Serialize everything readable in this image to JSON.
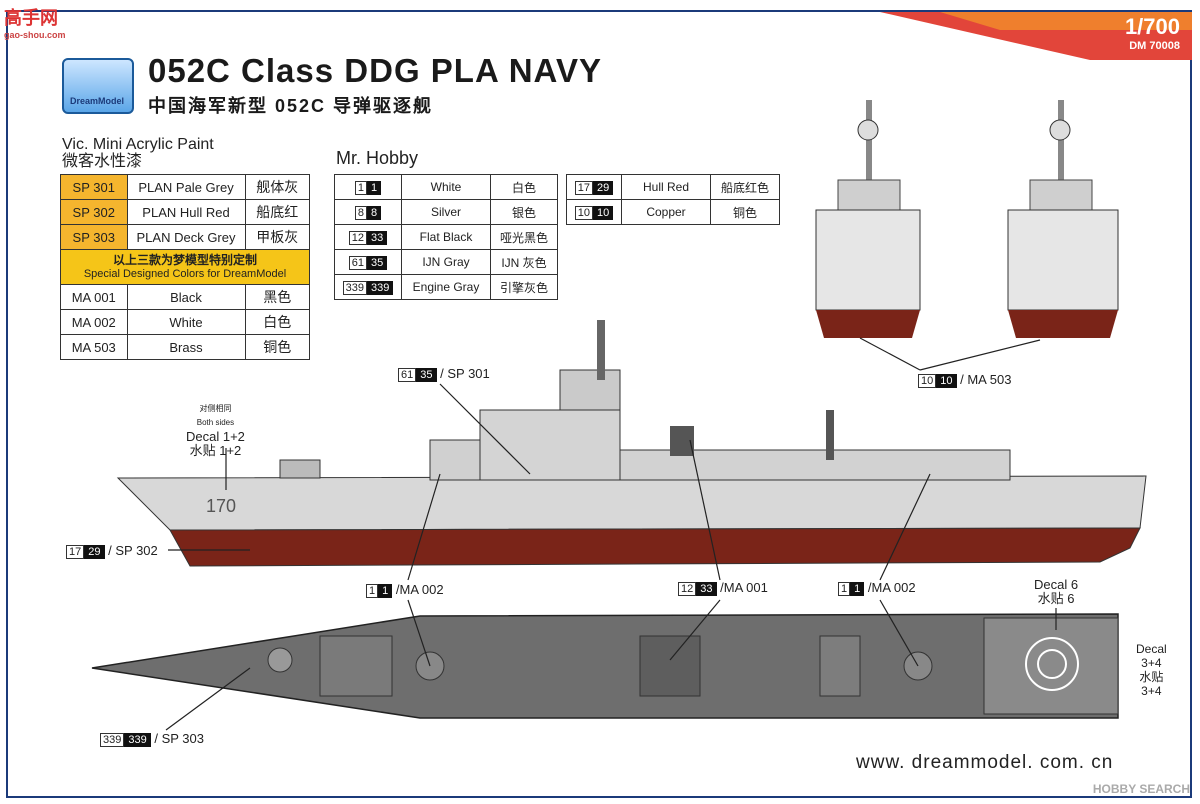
{
  "watermark": {
    "name": "高手网",
    "url": "gao-shou.com"
  },
  "scale": {
    "value": "1/700",
    "code": "DM 70008"
  },
  "brand": {
    "logo_text": "DreamModel"
  },
  "title": {
    "en": "052C Class DDG PLA NAVY",
    "cn": "中国海军新型 052C 导弹驱逐舰"
  },
  "vic": {
    "heading_en": "Vic. Mini Acrylic Paint",
    "heading_cn": "微客水性漆",
    "sp_rows": [
      {
        "code": "SP 301",
        "name": "PLAN Pale Grey",
        "cn": "舰体灰"
      },
      {
        "code": "SP 302",
        "name": "PLAN Hull Red",
        "cn": "船底红"
      },
      {
        "code": "SP 303",
        "name": "PLAN Deck Grey",
        "cn": "甲板灰"
      }
    ],
    "special_cn": "以上三款为梦模型特别定制",
    "special_en": "Special Designed Colors for DreamModel",
    "ma_rows": [
      {
        "code": "MA 001",
        "name": "Black",
        "cn": "黑色"
      },
      {
        "code": "MA 002",
        "name": "White",
        "cn": "白色"
      },
      {
        "code": "MA 503",
        "name": "Brass",
        "cn": "铜色"
      }
    ]
  },
  "mrhobby": {
    "heading": "Mr. Hobby",
    "left": [
      {
        "c1": "1",
        "c2": "1",
        "name": "White",
        "cn": "白色"
      },
      {
        "c1": "8",
        "c2": "8",
        "name": "Silver",
        "cn": "银色"
      },
      {
        "c1": "12",
        "c2": "33",
        "name": "Flat Black",
        "cn": "哑光黑色"
      },
      {
        "c1": "61",
        "c2": "35",
        "name": "IJN Gray",
        "cn": "IJN 灰色"
      },
      {
        "c1": "339",
        "c2": "339",
        "name": "Engine Gray",
        "cn": "引擎灰色"
      }
    ],
    "right": [
      {
        "c1": "17",
        "c2": "29",
        "name": "Hull Red",
        "cn": "船底红色"
      },
      {
        "c1": "10",
        "c2": "10",
        "name": "Copper",
        "cn": "铜色"
      }
    ]
  },
  "callouts": {
    "sp301": {
      "c1": "61",
      "c2": "35",
      "text": "/ SP 301"
    },
    "sp302": {
      "c1": "17",
      "c2": "29",
      "text": "/ SP 302"
    },
    "sp303": {
      "c1": "339",
      "c2": "339",
      "text": "/ SP 303"
    },
    "ma503": {
      "c1": "10",
      "c2": "10",
      "text": "/ MA 503"
    },
    "ma002a": {
      "c1": "1",
      "c2": "1",
      "text": "/MA 002"
    },
    "ma001": {
      "c1": "12",
      "c2": "33",
      "text": "/MA 001"
    },
    "ma002b": {
      "c1": "1",
      "c2": "1",
      "text": "/MA 002"
    },
    "decal12": {
      "small_cn": "对侧相同",
      "small_en": "Both sides",
      "en": "Decal 1+2",
      "cn": "水贴 1+2"
    },
    "decal6": {
      "en": "Decal 6",
      "cn": "水贴 6"
    },
    "decal34": {
      "en": "Decal",
      "num": "3+4",
      "cn": "水贴",
      "num2": "3+4"
    }
  },
  "hull_number": "170",
  "url": "www. dreammodel. com. cn",
  "footer_mark": "HOBBY SEARCH",
  "colors": {
    "hull_grey": "#d8d8d8",
    "hull_red": "#7a2418",
    "deck_grey": "#6e6e6e",
    "sp_orange": "#f5b52e",
    "frame_blue": "#1b3a7a"
  }
}
